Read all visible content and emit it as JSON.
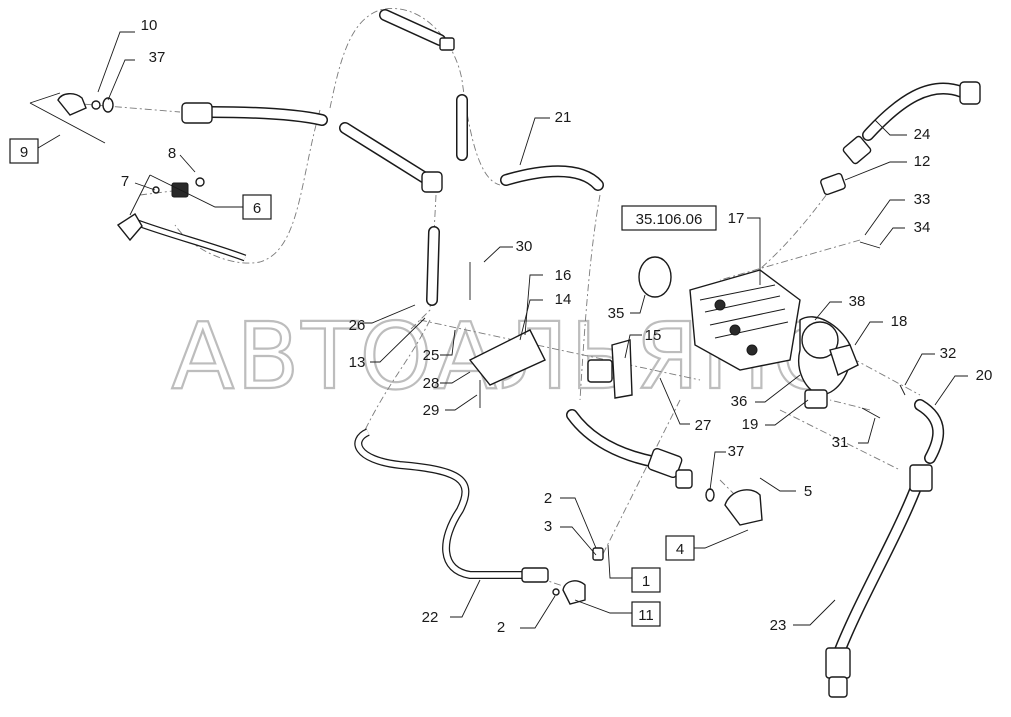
{
  "watermark": "АВТОАЛЬЯНС",
  "labels": {
    "l10": "10",
    "l37a": "37",
    "l9": "9",
    "l8": "8",
    "l7": "7",
    "l6": "6",
    "l21": "21",
    "l24": "24",
    "l12": "12",
    "l33": "33",
    "l34": "34",
    "l35106": "35.106.06",
    "l17": "17",
    "l30": "30",
    "l16": "16",
    "l14": "14",
    "l26": "26",
    "l13": "13",
    "l25": "25",
    "l28": "28",
    "l29": "29",
    "l35": "35",
    "l15": "15",
    "l38": "38",
    "l18": "18",
    "l32": "32",
    "l20": "20",
    "l36": "36",
    "l19": "19",
    "l27": "27",
    "l31": "31",
    "l37b": "37",
    "l5": "5",
    "l4": "4",
    "l2a": "2",
    "l3": "3",
    "l1": "1",
    "l11": "11",
    "l2b": "2",
    "l22": "22",
    "l23": "23"
  }
}
